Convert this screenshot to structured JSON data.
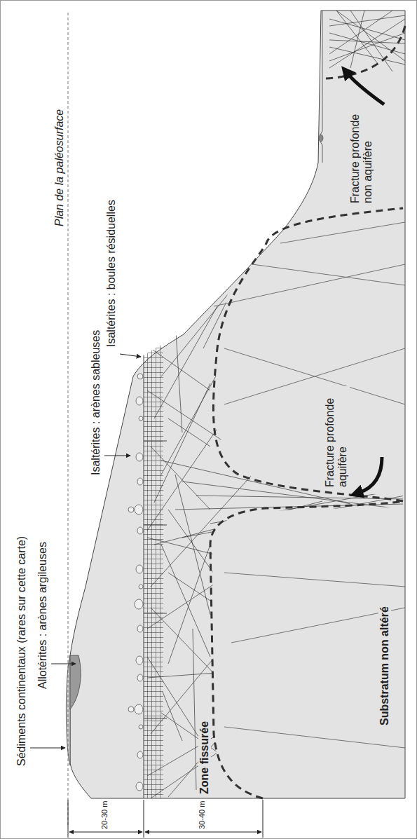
{
  "diagram": {
    "labels": [
      "Sédiments continentaux (rares sur cette carte)",
      "Allotérites : arènes argileuses",
      "Plan de la paléosurface",
      "Isaltérites : arènes sableuses",
      "Isaltérites : boules résiduelles",
      "Zone fissurée",
      "Fracture profonde aquifère",
      "Fracture profonde non aquifère",
      "Substratum non altéré",
      "20-30 m",
      "30-40 m"
    ]
  }
}
